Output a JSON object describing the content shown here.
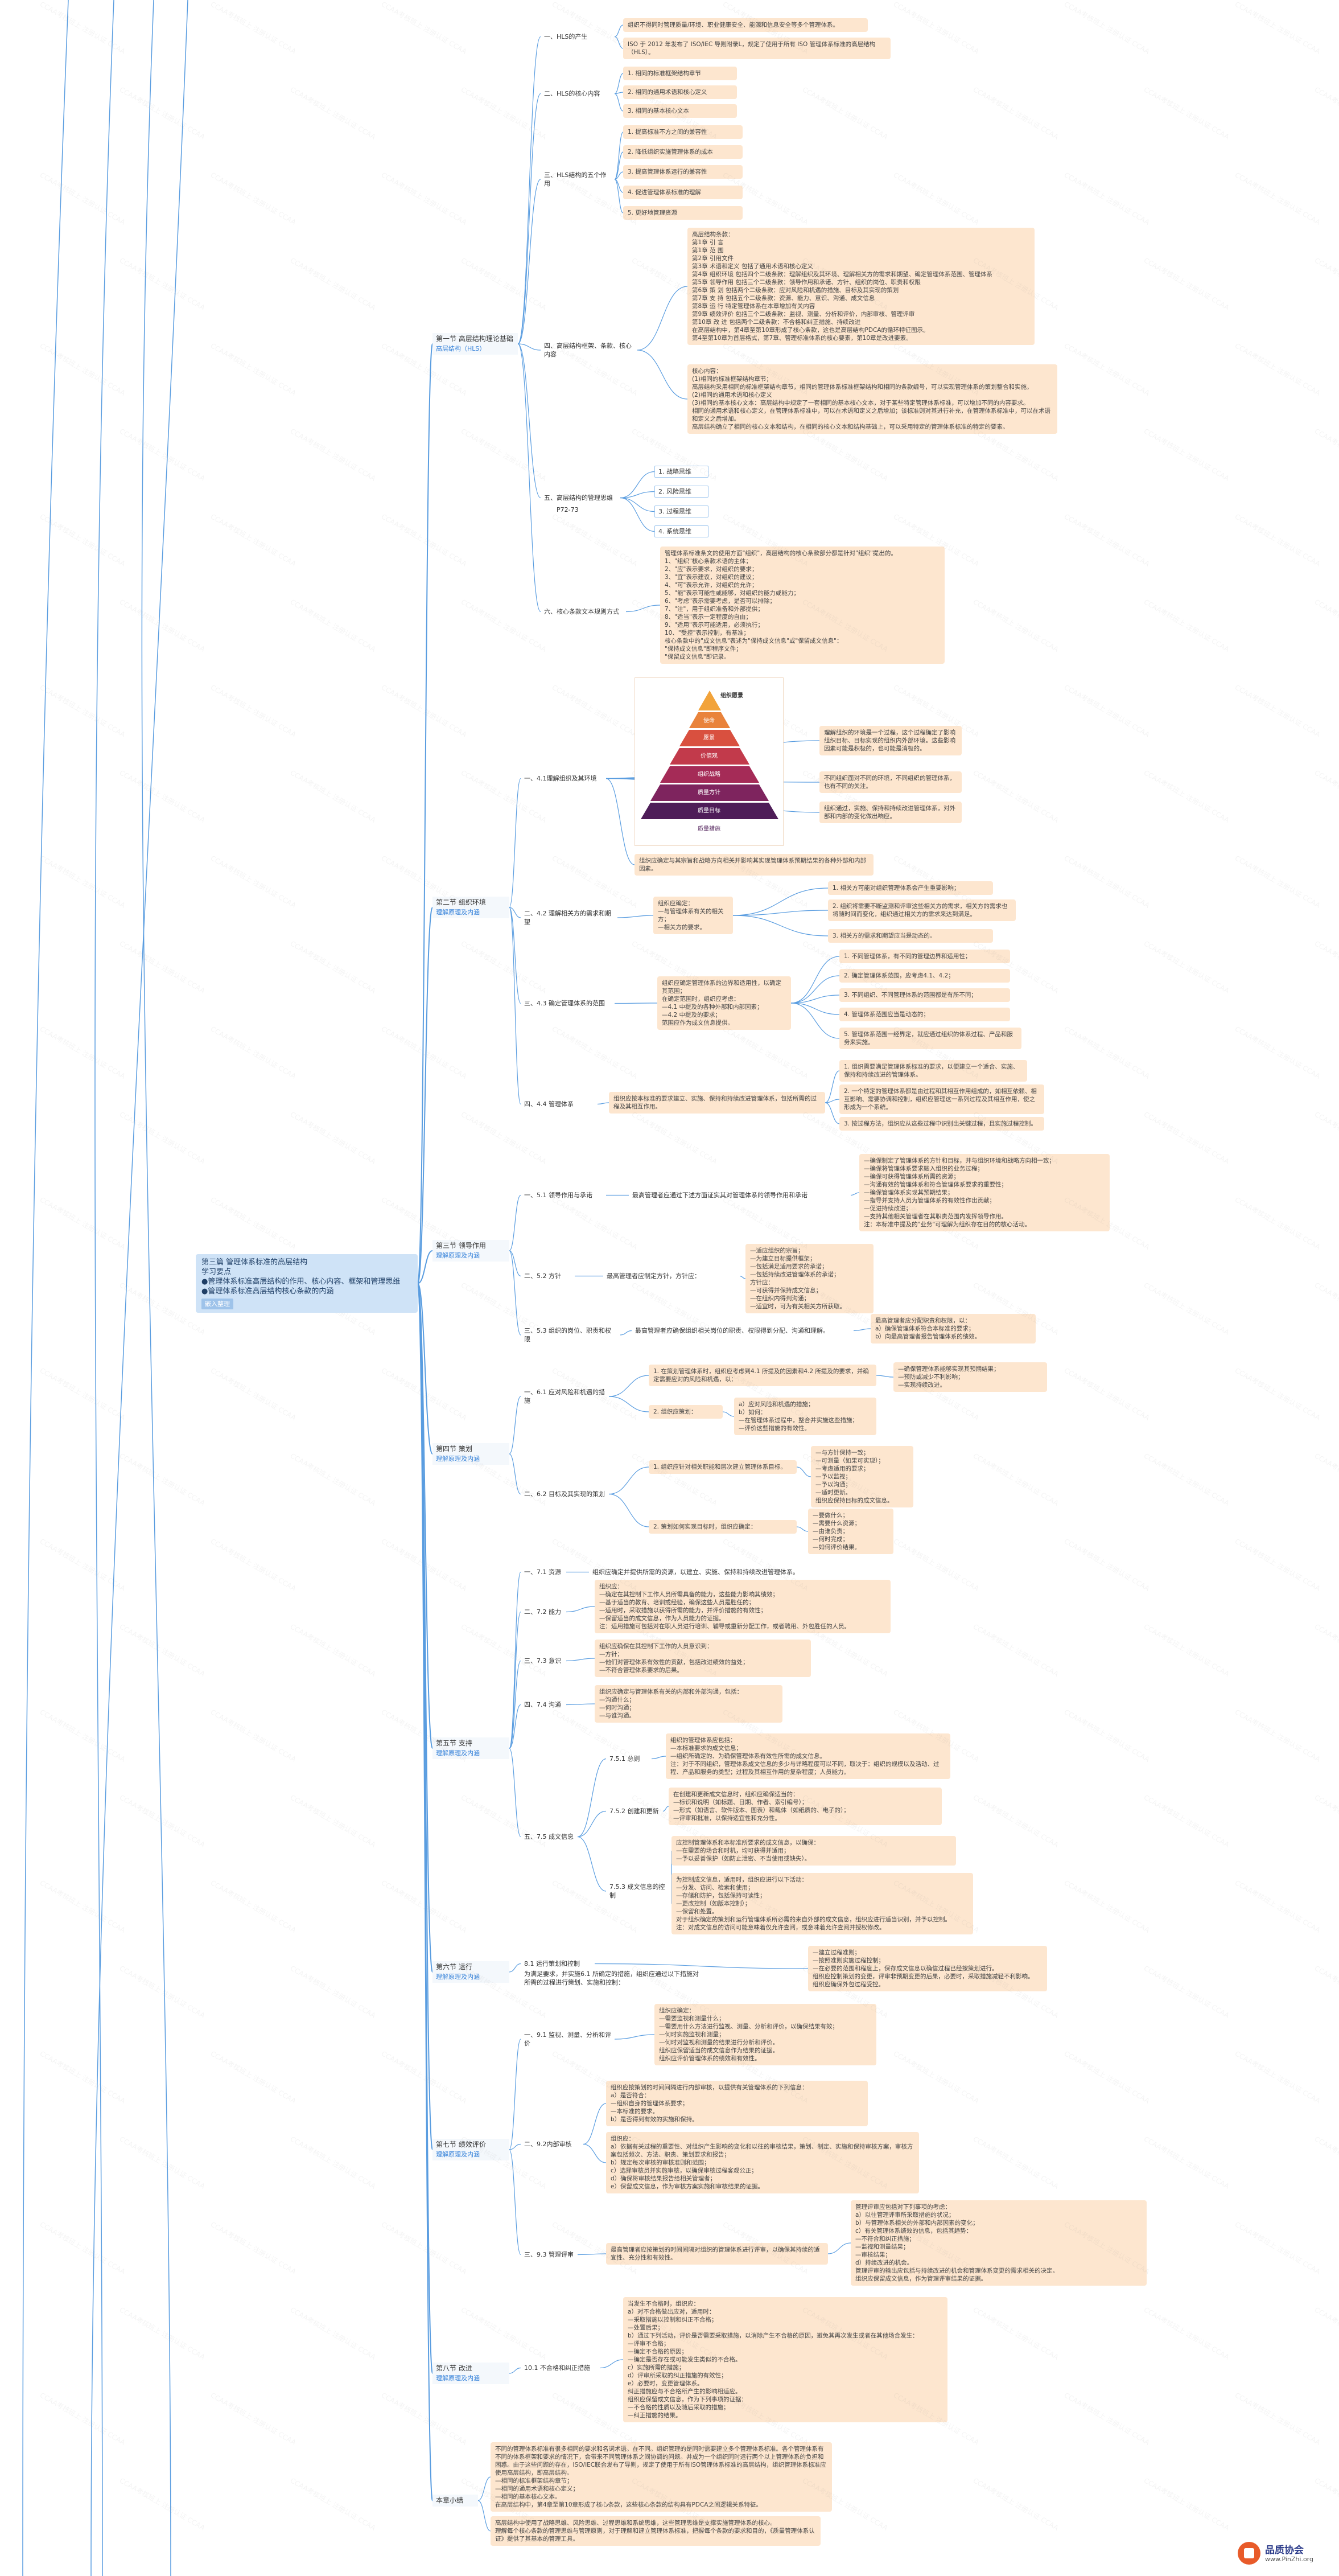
{
  "root": {
    "title": "第三篇 管理体系标准的高层结构",
    "lines": [
      "学习要点",
      "●管理体系标准高层结构的作用、核心内容、框架和管理思维",
      "●管理体系标准高层结构核心条款的内涵"
    ],
    "tag": "嵌入整理"
  },
  "sections": [
    {
      "id": "s1",
      "title": "第一节 高层结构理论基础",
      "sub": "高层结构（HLS）"
    },
    {
      "id": "s2",
      "title": "第二节 组织环境",
      "sub": "理解原理及内涵"
    },
    {
      "id": "s3",
      "title": "第三节 领导作用",
      "sub": "理解原理及内涵"
    },
    {
      "id": "s4",
      "title": "第四节 策划",
      "sub": "理解原理及内涵"
    },
    {
      "id": "s5",
      "title": "第五节 支持",
      "sub": "理解原理及内涵"
    },
    {
      "id": "s6",
      "title": "第六节 运行",
      "sub": "理解原理及内涵"
    },
    {
      "id": "s7",
      "title": "第七节 绩效评价",
      "sub": "理解原理及内涵"
    },
    {
      "id": "s8",
      "title": "第八节 改进",
      "sub": "理解原理及内涵"
    },
    {
      "id": "s9",
      "title": "本章小结",
      "sub": ""
    }
  ],
  "pyramid": {
    "title": "组织愿景",
    "levels": [
      "使命",
      "愿景",
      "价值观",
      "组织战略",
      "质量方针",
      "质量目标",
      "质量措施"
    ]
  },
  "watermark": "CCAA考核班上 注册认证 CCAA",
  "logo": {
    "brand": "品质协会",
    "url": "www.PinZhi.org"
  },
  "colors": {
    "root_fill": "#cfe3f7",
    "leaf_fill": "#fde6cf",
    "line": "#5a9de0"
  },
  "items": [
    {
      "id": "n1",
      "text": "一、HLS的产生"
    },
    {
      "id": "n1a",
      "text": "组织不得同时管理质量/环境、职业健康安全、能源和信息安全等多个管理体系。"
    },
    {
      "id": "n1b",
      "text": "ISO 于 2012 年发布了 ISO/IEC 导则附录L，规定了使用于所有 ISO 管理体系标准的高层结构（HLS）。"
    },
    {
      "id": "n2",
      "text": "二、HLS的核心内容"
    },
    {
      "id": "n2a",
      "text": "1. 相同的标准框架结构章节"
    },
    {
      "id": "n2b",
      "text": "2. 相同的通用术语和核心定义"
    },
    {
      "id": "n2c",
      "text": "3. 相同的基本核心文本"
    },
    {
      "id": "n3",
      "text": "三、HLS结构的五个作用"
    },
    {
      "id": "n3a",
      "text": "1. 提高标准不方之间的兼容性"
    },
    {
      "id": "n3b",
      "text": "2. 降低组织实施管理体系的成本"
    },
    {
      "id": "n3c",
      "text": "3. 提高管理体系运行的兼容性"
    },
    {
      "id": "n3d",
      "text": "4. 促进管理体系标准的理解"
    },
    {
      "id": "n3e",
      "text": "5. 更好地管理资源"
    },
    {
      "id": "n4",
      "text": "四、高层结构框架、条款、核心内容"
    },
    {
      "id": "n4a",
      "text": "高层结构条款：\n第1章 引 言\n第1章 范 围\n第2章 引用文件\n第3章 术语和定义 包括了通用术语和核心定义\n第4章 组织环境  包括四个二级条款：理解组织及其环境、理解相关方的需求和期望、确定管理体系范围、管理体系\n第5章 领导作用  包括三个二级条款：领导作用和承诺、方针、组织的岗位、职责和权限\n第6章 策  划     包括两个二级条款：应对风险和机遇的措施、目标及其实现的策划\n第7章 支  持     包括五个二级条款：资源、能力、意识、沟通、成文信息\n第8章 运  行     特定管理体系在本章增加有关内容\n第9章 绩效评价  包括三个二级条款：监视、测量、分析和评价，内部审核、管理评审\n第10章 改  进    包括两个二级条款：不合格和纠正措施、持续改进\n在高层结构中，第4章至第10章形成了核心条款，这也是高层结构PDCA的循环特征图示。\n第4至第10章为首层格式，第7章、管理标准体系的核心要素，第10章是改进要素。"
    },
    {
      "id": "n4b",
      "text": "核心内容：\n(1)相同的标准框架结构章节；\n高层结构采用相同的标准框架结构章节，相同的管理体系标准框架结构和相同的条款编号，可以实现管理体系的策划整合和实施。\n(2)相同的通用术语和核心定义\n(3)相同的基本核心文本：高层结构中规定了一套相同的基本核心文本，对于某些特定管理体系标准，可以增加不同的内容要求。\n相同的通用术语和核心定义，在管理体系标准中，可以在术语和定义之后增加；该标准则对其进行补充，在管理体系标准中，可以在术语和定义之后增加。\n高层结构确立了相同的核心文本和结构，在相同的核心文本和结构基础上，可以采用特定的管理体系标准的特定的要素。"
    },
    {
      "id": "n5",
      "text": "五、高层结构的管理思维"
    },
    {
      "id": "n5tag",
      "text": "P72-73"
    },
    {
      "id": "n5a",
      "text": "1. 战略思维"
    },
    {
      "id": "n5b",
      "text": "2. 风险思维"
    },
    {
      "id": "n5c",
      "text": "3. 过程思维"
    },
    {
      "id": "n5d",
      "text": "4. 系统思维"
    },
    {
      "id": "n6",
      "text": "六、核心条款文本规则方式"
    },
    {
      "id": "n6a",
      "text": "管理体系标准条文的使用方面\"组织\"，高层结构的核心条款部分都是针对\"组织\"提出的。\n1、\"组织\"核心条款术语的主体；\n2、\"应\"表示要求，对组织的要求；\n3、\"宜\"表示建议，对组织的建议；\n4、\"可\"表示允许，对组织的允许；\n5、\"能\"表示可能性或能够，对组织的能力或能力；\n6、\"考虑\"表示需要考虑，是否可以排除；\n7、\"注\"，用于组织准备和外部提供；\n8、\"适当\"表示一定程度的自由；\n9、\"适用\"表示可能适用，必须执行；\n10、\"受控\"表示控制，有基准；\n核心条款中的\"成文信息\"表述为\"保持成文信息\"或\"保留成文信息\"：\n\"保持成文信息\"即程序文件；\n\"保留成文信息\"即记录。"
    },
    {
      "id": "n7",
      "text": "一、4.1理解组织及其环境"
    },
    {
      "id": "n7a",
      "text": "理解组织的环境是一个过程，这个过程确定了影响组织目标、目标实现的组织内外部环境。这些影响因素可能是积极的，也可能是消极的。"
    },
    {
      "id": "n7b",
      "text": "不同组织面对不同的环境，不同组织的管理体系，也有不同的关注。"
    },
    {
      "id": "n7c",
      "text": "组织通过，实施、保持和持续改进管理体系，对外部和内部的变化做出响应。"
    },
    {
      "id": "n7d",
      "text": "组织应确定与其宗旨和战略方向相关并影响其实现管理体系预期结果的各种外部和内部因素。"
    },
    {
      "id": "n8",
      "text": "二、4.2 理解相关方的需求和期望"
    },
    {
      "id": "n8a",
      "text": "组织应确定：\n—与管理体系有关的相关方；\n—相关方的要求。"
    },
    {
      "id": "n8b",
      "text": "1. 相关方可能对组织管理体系会产生重要影响；"
    },
    {
      "id": "n8c",
      "text": "2. 组织将需要不断监测和评审这些相关方的需求，相关方的需求也将随时间而变化，组织通过相关方的需求来达到满足。"
    },
    {
      "id": "n8d",
      "text": "3. 相关方的需求和期望应当是动态的。"
    },
    {
      "id": "n9",
      "text": "三、4.3 确定管理体系的范围"
    },
    {
      "id": "n9a",
      "text": "组织应确定管理体系的边界和适用性，以确定其范围；\n在确定范围时，组织应考虑：\n—4.1 中提及的各种外部和内部因素；\n—4.2 中提及的要求；\n范围应作为成文信息提供。"
    },
    {
      "id": "n9b",
      "text": "1. 不同管理体系，有不同的管理边界和适用性；"
    },
    {
      "id": "n9c",
      "text": "2. 确定管理体系范围，应考虑4.1、4.2；"
    },
    {
      "id": "n9d",
      "text": "3. 不同组织、不同管理体系的范围都是有所不同；"
    },
    {
      "id": "n9e",
      "text": "4. 管理体系范围应当是动态的；"
    },
    {
      "id": "n9f",
      "text": "5. 管理体系范围一经界定，就应通过组织的体系过程、产品和服务来实施。"
    },
    {
      "id": "n10",
      "text": "四、4.4 管理体系"
    },
    {
      "id": "n10a",
      "text": "组织应按本标准的要求建立、实施、保持和持续改进管理体系，包括所需的过程及其相互作用。"
    },
    {
      "id": "n10b",
      "text": "1. 组织需要满足管理体系标准的要求，以便建立一个适合、实施、保持和持续改进的管理体系。"
    },
    {
      "id": "n10c",
      "text": "2. 一个特定的管理体系都是由过程和其相互作用组成的，如相互依赖、相互影响、需要协调和控制，组织应管理这一系列过程及其相互作用，使之形成为一个系统。"
    },
    {
      "id": "n10d",
      "text": "3. 按过程方法，组织应从这些过程中识别出关键过程，且实施过程控制。"
    },
    {
      "id": "n11",
      "text": "一、5.1 领导作用与承诺"
    },
    {
      "id": "n11a",
      "text": "最高管理者应通过下述方面证实其对管理体系的领导作用和承诺"
    },
    {
      "id": "n11b",
      "text": "—确保制定了管理体系的方针和目标，并与组织环境和战略方向相一致；\n—确保将管理体系要求融入组织的业务过程；\n—确保可获得管理体系所需的资源；\n—沟通有效的管理体系和符合管理体系要求的重要性；\n—确保管理体系实现其预期结果；\n—指导并支持人员为管理体系的有效性作出贡献；\n—促进持续改进；\n—支持其他相关管理者在其职责范围内发挥领导作用。\n注：本标准中提及的\"业务\"可理解为组织存在目的的核心活动。"
    },
    {
      "id": "n12",
      "text": "二、5.2 方针"
    },
    {
      "id": "n12a",
      "text": "最高管理者应制定方针，方针应："
    },
    {
      "id": "n12b",
      "text": "—适应组织的宗旨；\n—为建立目标提供框架；\n—包括满足适用要求的承诺；\n—包括持续改进管理体系的承诺；\n方针应：\n—可获得并保持成文信息；\n—在组织内得到沟通；\n—适宜时，可为有关相关方所获取。"
    },
    {
      "id": "n13",
      "text": "三、5.3 组织的岗位、职责和权限"
    },
    {
      "id": "n13a",
      "text": "最高管理者应确保组织相关岗位的职责、权限得到分配、沟通和理解。"
    },
    {
      "id": "n13b",
      "text": "最高管理者应分配职责和权限，以：\na）确保管理体系符合本标准的要求；\nb）向最高管理者报告管理体系的绩效。"
    },
    {
      "id": "n14",
      "text": "一、6.1 应对风险和机遇的措施"
    },
    {
      "id": "n14a",
      "text": "1. 在策划管理体系时，组织应考虑到4.1 所提及的因素和4.2 所提及的要求，并确定需要应对的风险和机遇，以："
    },
    {
      "id": "n14b",
      "text": "—确保管理体系能够实现其预期结果；\n—预防或减少不利影响；\n—实现持续改进。"
    },
    {
      "id": "n14c",
      "text": "2. 组织应策划："
    },
    {
      "id": "n14d",
      "text": "a）应对风险和机遇的措施；\nb）如何：\n—在管理体系过程中，整合并实施这些措施；\n—评价这些措施的有效性。"
    },
    {
      "id": "n15",
      "text": "二、6.2 目标及其实现的策划"
    },
    {
      "id": "n15a",
      "text": "1. 组织应针对相关职能和层次建立管理体系目标。"
    },
    {
      "id": "n15b",
      "text": "—与方针保持一致；\n—可测量（如果可实现）；\n—考虑适用的要求；\n—予以监视；\n—予以沟通；\n—适时更新。\n组织应保持目标的成文信息。"
    },
    {
      "id": "n15c",
      "text": "2. 策划如何实现目标时，组织应确定："
    },
    {
      "id": "n15d",
      "text": "—要做什么；\n—需要什么资源；\n—由谁负责；\n—何时完成；\n—如何评价结果。"
    },
    {
      "id": "n16",
      "text": "一、7.1 资源"
    },
    {
      "id": "n16a",
      "text": "组织应确定并提供所需的资源，以建立、实施、保持和持续改进管理体系。"
    },
    {
      "id": "n17",
      "text": "二、7.2 能力"
    },
    {
      "id": "n17a",
      "text": "组织应：\n—确定在其控制下工作人员所需具备的能力，这些能力影响其绩效；\n—基于适当的教育、培训或经验，确保这些人员是胜任的；\n—适用时，采取措施以获得所需的能力，并评价措施的有效性；\n—保留适当的成文信息，作为人员能力的证据。\n注：适用措施可包括对在职人员进行培训、辅导或重新分配工作，或者聘用、外包胜任的人员。"
    },
    {
      "id": "n18",
      "text": "三、7.3 意识"
    },
    {
      "id": "n18a",
      "text": "组织应确保在其控制下工作的人员意识到：\n—方针；\n—他们对管理体系有效性的贡献，包括改进绩效的益处；\n—不符合管理体系要求的后果。"
    },
    {
      "id": "n19",
      "text": "四、7.4 沟通"
    },
    {
      "id": "n19a",
      "text": "组织应确定与管理体系有关的内部和外部沟通，包括：\n—沟通什么；\n—何时沟通；\n—与谁沟通。"
    },
    {
      "id": "n20",
      "text": "五、7.5 成文信息"
    },
    {
      "id": "n20a",
      "text": "7.5.1 总则"
    },
    {
      "id": "n20b",
      "text": "组织的管理体系应包括：\n—本标准要求的成文信息；\n—组织所确定的、为确保管理体系有效性所需的成文信息。\n注：对于不同组织，管理体系成文信息的多少与详略程度可以不同，取决于：组织的规模以及活动、过程、产品和服务的类型；过程及其相互作用的复杂程度；人员能力。"
    },
    {
      "id": "n20c",
      "text": "7.5.2 创建和更新"
    },
    {
      "id": "n20d",
      "text": "在创建和更新成文信息时，组织应确保适当的：\n—标识和说明（如标题、日期、作者、索引编号）；\n—形式（如语言、软件版本、图表）和载体（如纸质的、电子的）；\n—评审和批准，以保持适宜性和充分性。"
    },
    {
      "id": "n20e",
      "text": "7.5.3 成文信息的控制"
    },
    {
      "id": "n20f",
      "text": "应控制管理体系和本标准所要求的成文信息，以确保：\n—在需要的场合和时机，均可获得并适用；\n—予以妥善保护（如防止泄密、不当使用或缺失）。"
    },
    {
      "id": "n20g",
      "text": "为控制成文信息，适用时，组织应进行以下活动：\n—分发、访问、检索和使用；\n—存储和防护，包括保持可读性；\n—更改控制（如版本控制）；\n—保留和处置。\n对于组织确定的策划和运行管理体系所必需的来自外部的成文信息，组织应进行适当识别，并予以控制。\n注：对成文信息的访问可能意味着仅允许查阅，或意味着允许查阅并授权修改。"
    },
    {
      "id": "n21",
      "text": "8.1 运行策划和控制"
    },
    {
      "id": "n21a",
      "text": "为满足要求，并实施6.1 所确定的措施，组织应通过以下措施对所需的过程进行策划、实施和控制："
    },
    {
      "id": "n21b",
      "text": "—建立过程准则；\n—按照准则实施过程控制；\n—在必要的范围和程度上，保存成文信息以确信过程已经按策划进行。\n组织应控制策划的变更，评审非预期变更的后果，必要时，采取措施减轻不利影响。\n组织应确保外包过程受控。"
    },
    {
      "id": "n22",
      "text": "一、9.1 监视、测量、分析和评价"
    },
    {
      "id": "n22a",
      "text": "组织应确定：\n—需要监视和测量什么；\n—需要用什么方法进行监视、测量、分析和评价，以确保结果有效；\n—何时实施监视和测量；\n—何时对监视和测量的结果进行分析和评价。\n组织应保留适当的成文信息作为结果的证据。\n组织应评价管理体系的绩效和有效性。"
    },
    {
      "id": "n23",
      "text": "二、9.2内部审核"
    },
    {
      "id": "n23a",
      "text": "组织应按策划的时间间隔进行内部审核，以提供有关管理体系的下列信息：\na）是否符合：\n—组织自身的管理体系要求；\n—本标准的要求。\nb）是否得到有效的实施和保持。"
    },
    {
      "id": "n23b",
      "text": "组织应：\na）依据有关过程的重要性、对组织产生影响的变化和以往的审核结果，策划、制定、实施和保持审核方案，审核方案包括频次、方法、职责、策划要求和报告；\nb）规定每次审核的审核准则和范围；\nc）选择审核员并实施审核，以确保审核过程客观公正；\nd）确保将审核结果报告给相关管理者；\ne）保留成文信息，作为审核方案实施和审核结果的证据。"
    },
    {
      "id": "n24",
      "text": "三、9.3 管理评审"
    },
    {
      "id": "n24a",
      "text": "最高管理者应按策划的时间间隔对组织的管理体系进行评审，以确保其持续的适宜性、充分性和有效性。"
    },
    {
      "id": "n24b",
      "text": "管理评审应包括对下列事项的考虑：\na）以往管理评审所采取措施的状况；\nb）与管理体系相关的外部和内部因素的变化；\nc）有关管理体系绩效的信息，包括其趋势：\n—不符合和纠正措施；\n—监视和测量结果；\n—审核结果；\nd）持续改进的机会。\n管理评审的输出应包括与持续改进的机会和管理体系变更的需求相关的决定。\n组织应保留成文信息，作为管理评审结果的证据。"
    },
    {
      "id": "n25",
      "text": "10.1 不合格和纠正措施"
    },
    {
      "id": "n25a",
      "text": "当发生不合格时，组织应：\na）对不合格做出应对，适用时：\n—采取措施以控制和纠正不合格；\n—处置后果；\nb）通过下列活动，评价是否需要采取措施，以消除产生不合格的原因，避免其再次发生或者在其他场合发生：\n—评审不合格；\n—确定不合格的原因；\n—确定是否存在或可能发生类似的不合格。\nc）实施所需的措施；\nd）评审所采取的纠正措施的有效性；\ne）必要时，变更管理体系。\n纠正措施应与不合格所产生的影响相适应。\n组织应保留成文信息，作为下列事项的证据：\n—不合格的性质以及随后采取的措施；\n—纠正措施的结果。"
    },
    {
      "id": "n26a",
      "text": "不同的管理体系标准有很多相同的要求和名词术语。在不同。组织管理的是同时需要建立多个管理体系标准。各个管理体系有不同的体系框架和要求的情况下，会带来不同管理体系之间协调的问题。并成为一个组织同时运行两个以上管理体系的负担和困惑。由于这些问题的存在，ISO/IEC联合发布了导则，规定了使用于所有ISO管理体系标准的高层结构，组织管理体系标准应使用高层结构，即高层结构。\n—相同的标准框架结构章节；\n—相同的通用术语和核心定义；\n—相同的基本核心文本。\n在高层结构中，第4章至第10章形成了核心条款，这些核心条款的结构具有PDCA之间逻辑关系特征。"
    },
    {
      "id": "n26b",
      "text": "高层结构中使用了战略思维、风险思维、过程思维和系统思维，这些管理思维是支撑实施管理体系的核心。\n理解每个核心条款的管理思维与管理原则，对于理解和建立管理体系标准，把握每个条款的要求和目的，《质量管理体系认证》提供了其基本的管理工具。"
    }
  ]
}
